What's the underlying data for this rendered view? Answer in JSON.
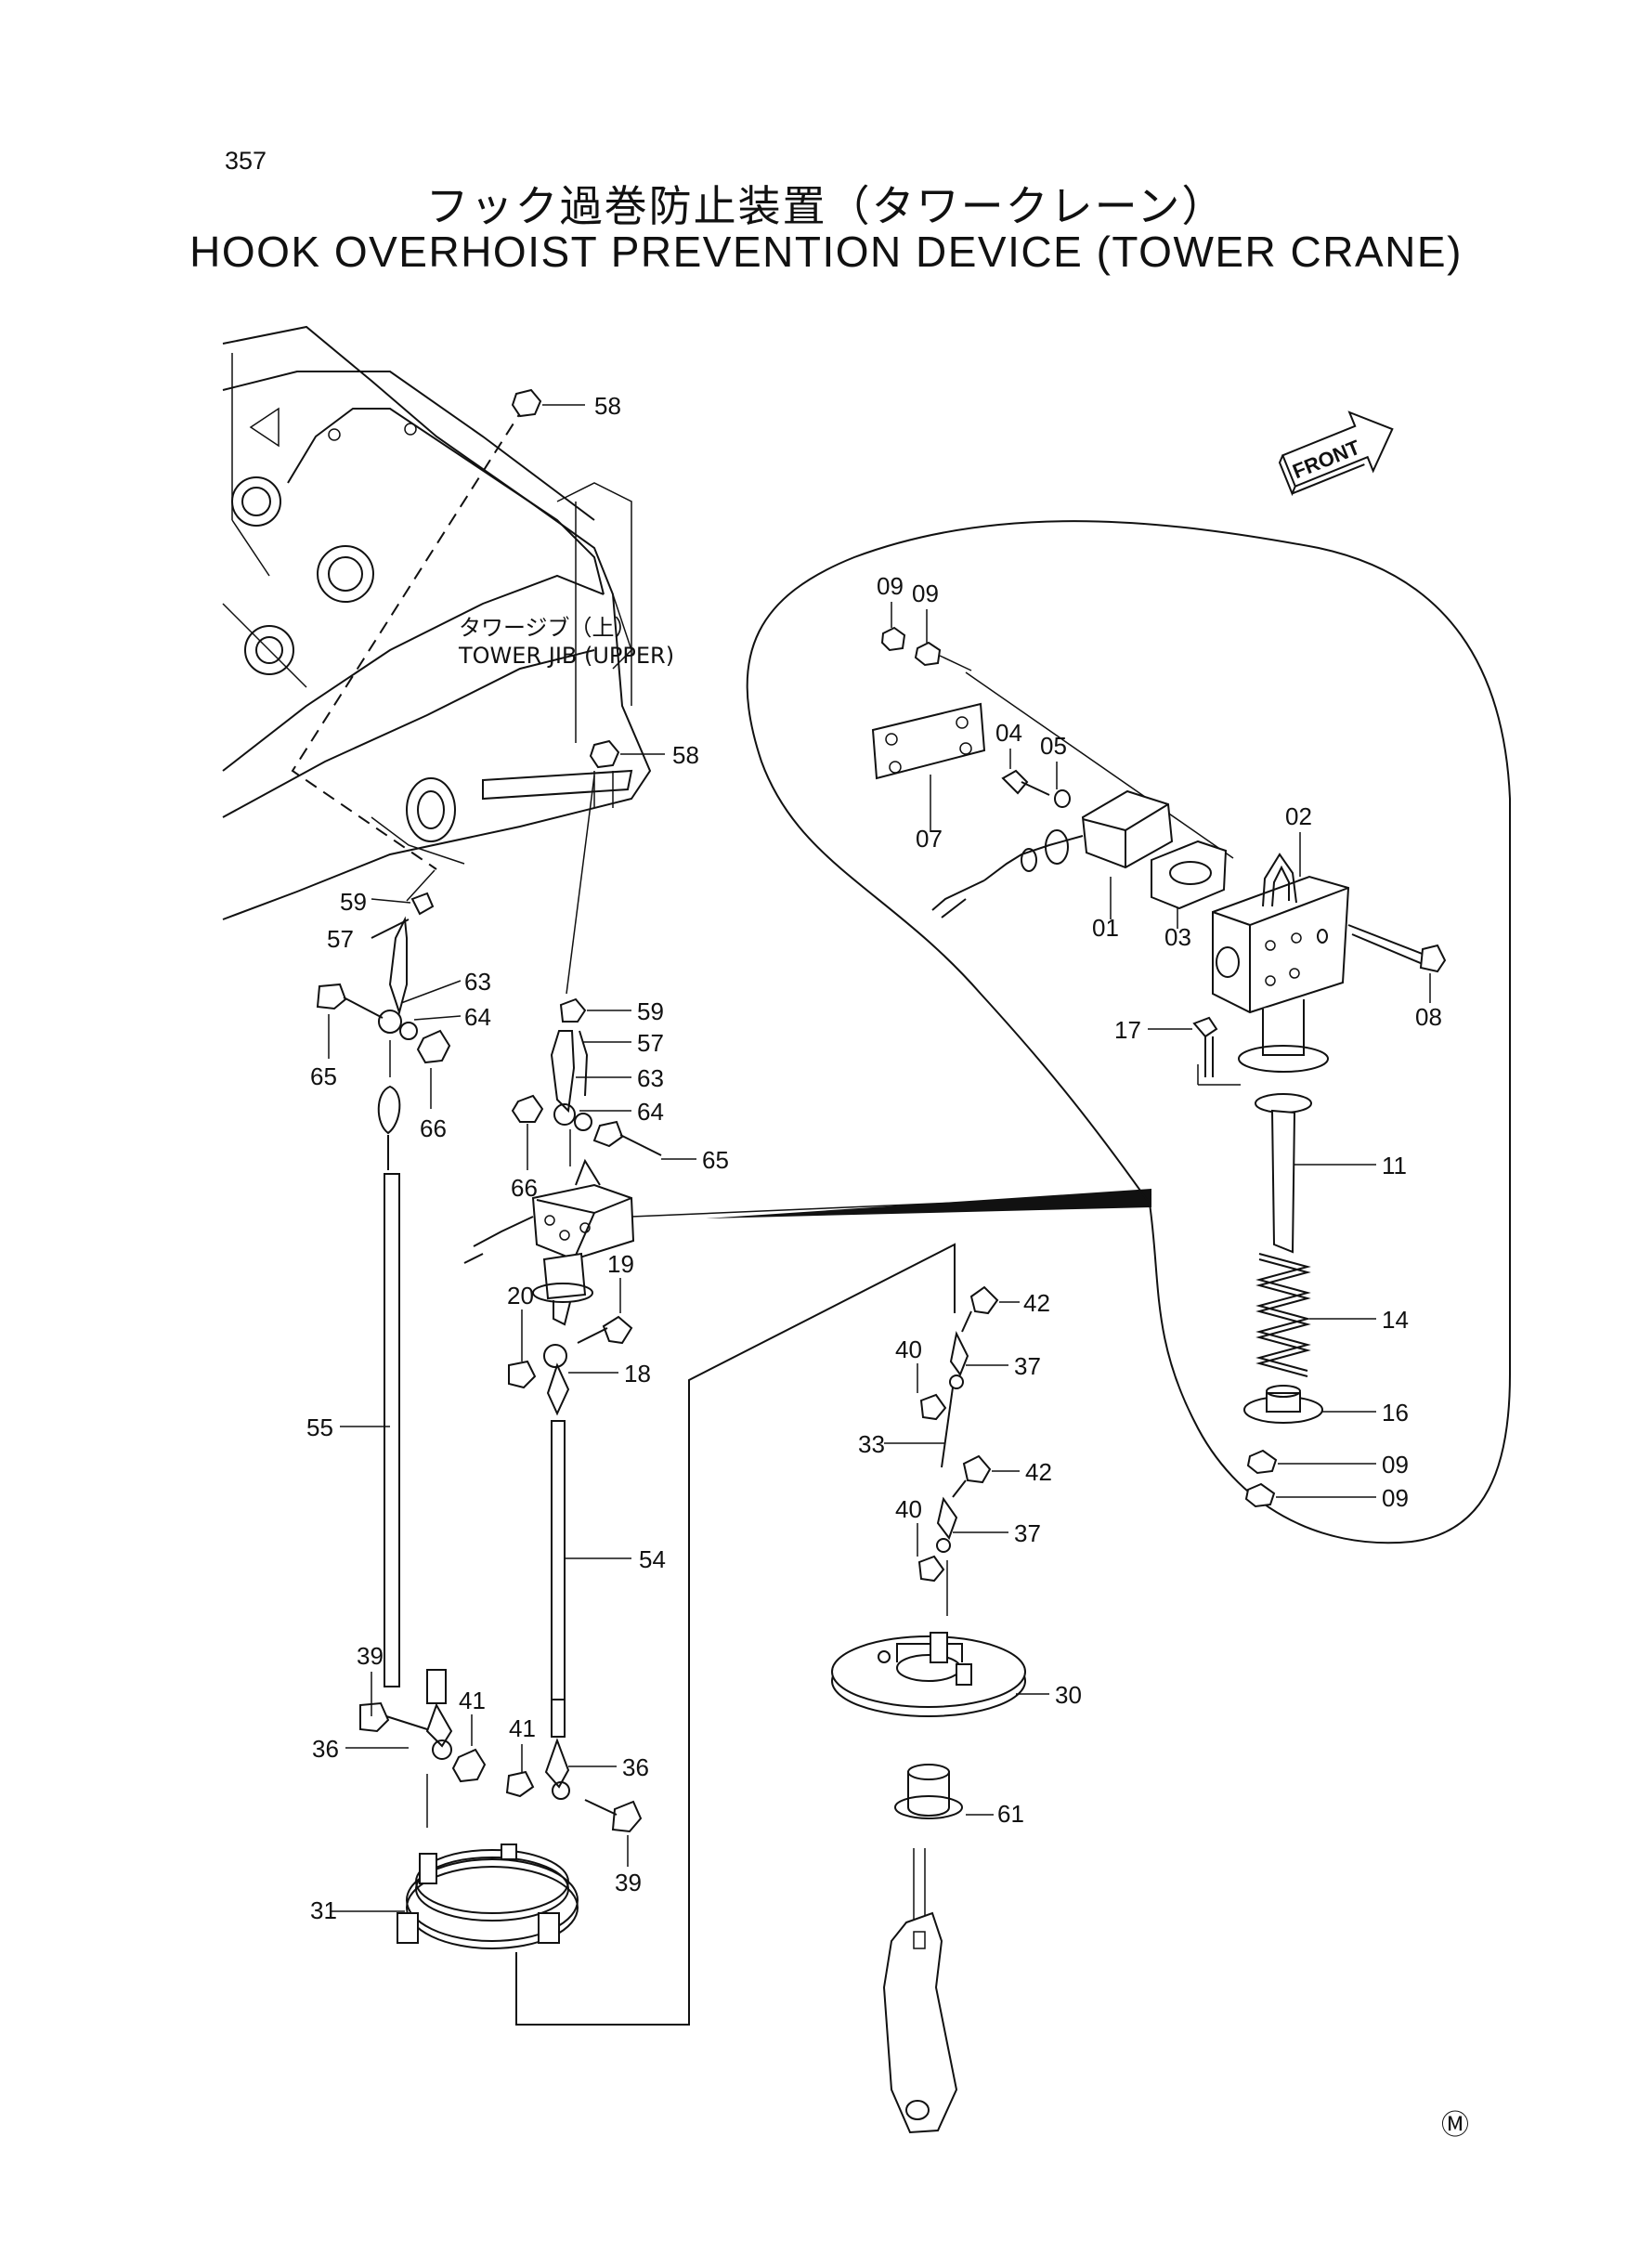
{
  "page_number": "357",
  "title_jp": "フック過巻防止装置（タワークレーン）",
  "title_en": "HOOK OVERHOIST PREVENTION DEVICE (TOWER CRANE)",
  "front_label": "FRONT",
  "jib_label_jp": "タワージブ（上）",
  "jib_label_en": "TOWER JIB (UPPER)",
  "mark": "Ⓜ",
  "callouts": {
    "c58a": "58",
    "c58b": "58",
    "c59a": "59",
    "c59b": "59",
    "c57a": "57",
    "c57b": "57",
    "c63a": "63",
    "c63b": "63",
    "c64a": "64",
    "c64b": "64",
    "c65a": "65",
    "c65b": "65",
    "c66a": "66",
    "c66b": "66",
    "c19": "19",
    "c20": "20",
    "c18": "18",
    "c55": "55",
    "c54": "54",
    "c39a": "39",
    "c39b": "39",
    "c41a": "41",
    "c41b": "41",
    "c36a": "36",
    "c36b": "36",
    "c31": "31",
    "c42a": "42",
    "c42b": "42",
    "c40a": "40",
    "c40b": "40",
    "c37a": "37",
    "c37b": "37",
    "c33": "33",
    "c30": "30",
    "c61": "61",
    "c09a": "09",
    "c09b": "09",
    "c09c": "09",
    "c09d": "09",
    "c04": "04",
    "c05": "05",
    "c07": "07",
    "c01": "01",
    "c02": "02",
    "c03": "03",
    "c08": "08",
    "c17": "17",
    "c11": "11",
    "c14": "14",
    "c16": "16"
  }
}
